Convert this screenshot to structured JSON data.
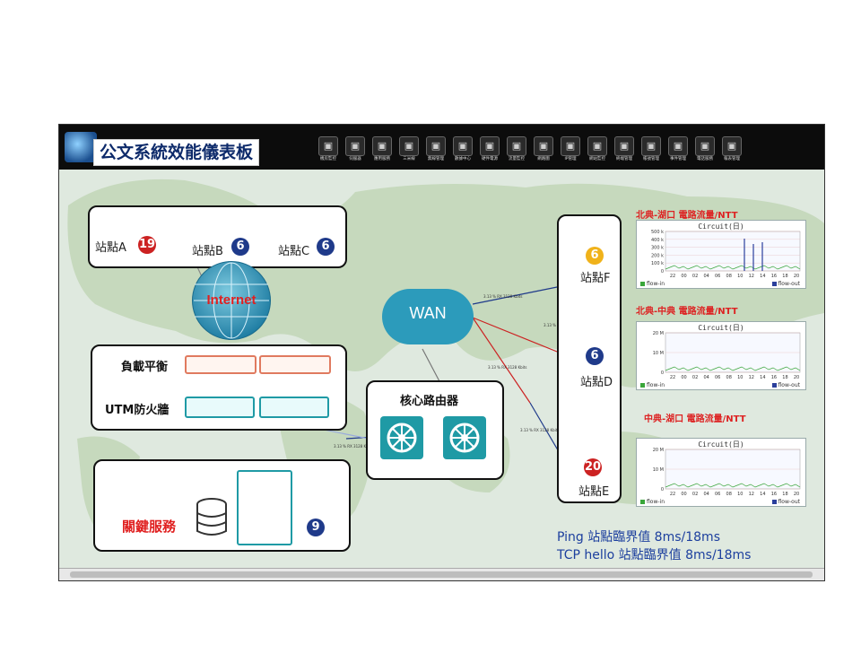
{
  "app": {
    "title": "公文系統效能儀表板"
  },
  "toolbar": [
    {
      "label": "機房監控",
      "icon": "building-icon"
    },
    {
      "label": "伺服器",
      "icon": "server-icon"
    },
    {
      "label": "應用服務",
      "icon": "app-icon"
    },
    {
      "label": "三米線",
      "icon": "mail-icon"
    },
    {
      "label": "無線管理",
      "icon": "wifi-icon"
    },
    {
      "label": "數據中心",
      "icon": "network-icon"
    },
    {
      "label": "硬件電源",
      "icon": "chip-icon"
    },
    {
      "label": "流量監控",
      "icon": "chart-icon"
    },
    {
      "label": "網路圖",
      "icon": "topology-icon"
    },
    {
      "label": "IP管理",
      "icon": "ip-icon"
    },
    {
      "label": "網站監控",
      "icon": "globe-icon"
    },
    {
      "label": "終端管理",
      "icon": "monitor-icon"
    },
    {
      "label": "帳號管理",
      "icon": "user-icon"
    },
    {
      "label": "事件管理",
      "icon": "warning-icon"
    },
    {
      "label": "電話服務",
      "icon": "board-icon"
    },
    {
      "label": "報表管理",
      "icon": "report-icon"
    }
  ],
  "sites_top": {
    "a": {
      "label": "站點A",
      "count": "19",
      "color": "#cc2222"
    },
    "b": {
      "label": "站點B",
      "count": "6",
      "color": "#1f3a8a"
    },
    "c": {
      "label": "站點C",
      "count": "6",
      "color": "#1f3a8a"
    }
  },
  "internet": "Internet",
  "wan": "WAN",
  "lb": {
    "label": "負載平衡"
  },
  "utm": {
    "label": "UTM防火牆"
  },
  "core": {
    "label": "核心路由器"
  },
  "critical": {
    "label": "關鍵服務",
    "count": "9",
    "color": "#1f3a8a"
  },
  "sites_right": {
    "f": {
      "label": "站點F",
      "count": "6",
      "color": "#f0b21a"
    },
    "d": {
      "label": "站點D",
      "count": "6",
      "color": "#1f3a8a"
    },
    "e": {
      "label": "站點E",
      "count": "20",
      "color": "#cc2222"
    }
  },
  "link_label": "3.13 %\nRX 3128 Kbits",
  "graphs": [
    {
      "title": "北典-湖口 電路流量/NTT",
      "chart_title": "Circuit(日)",
      "yticks": [
        "500 k",
        "400 k",
        "300 k",
        "200 k",
        "100 k",
        "0"
      ],
      "xticks": [
        "22",
        "00",
        "02",
        "04",
        "06",
        "08",
        "10",
        "12",
        "14",
        "16",
        "18",
        "20"
      ],
      "legend_in": "flow-in",
      "legend_out": "flow-out"
    },
    {
      "title": "北典-中典 電路流量/NTT",
      "chart_title": "Circuit(日)",
      "yticks": [
        "20 M",
        "10 M",
        "0"
      ],
      "xticks": [
        "22",
        "00",
        "02",
        "04",
        "06",
        "08",
        "10",
        "12",
        "14",
        "16",
        "18",
        "20"
      ],
      "legend_in": "flow-in",
      "legend_out": "flow-out"
    },
    {
      "title": "中典-湖口 電路流量/NTT",
      "chart_title": "Circuit(日)",
      "yticks": [
        "20 M",
        "10 M",
        "0"
      ],
      "xticks": [
        "22",
        "00",
        "02",
        "04",
        "06",
        "08",
        "10",
        "12",
        "14",
        "16",
        "18",
        "20"
      ],
      "legend_in": "flow-in",
      "legend_out": "flow-out"
    }
  ],
  "threshold": {
    "ping": "Ping 站點臨界值 8ms/18ms",
    "tcp": "TCP hello 站點臨界值 8ms/18ms"
  },
  "colors": {
    "in": "#3aa63a",
    "out": "#2b3f9c",
    "map_land": "#c6d9bd"
  }
}
